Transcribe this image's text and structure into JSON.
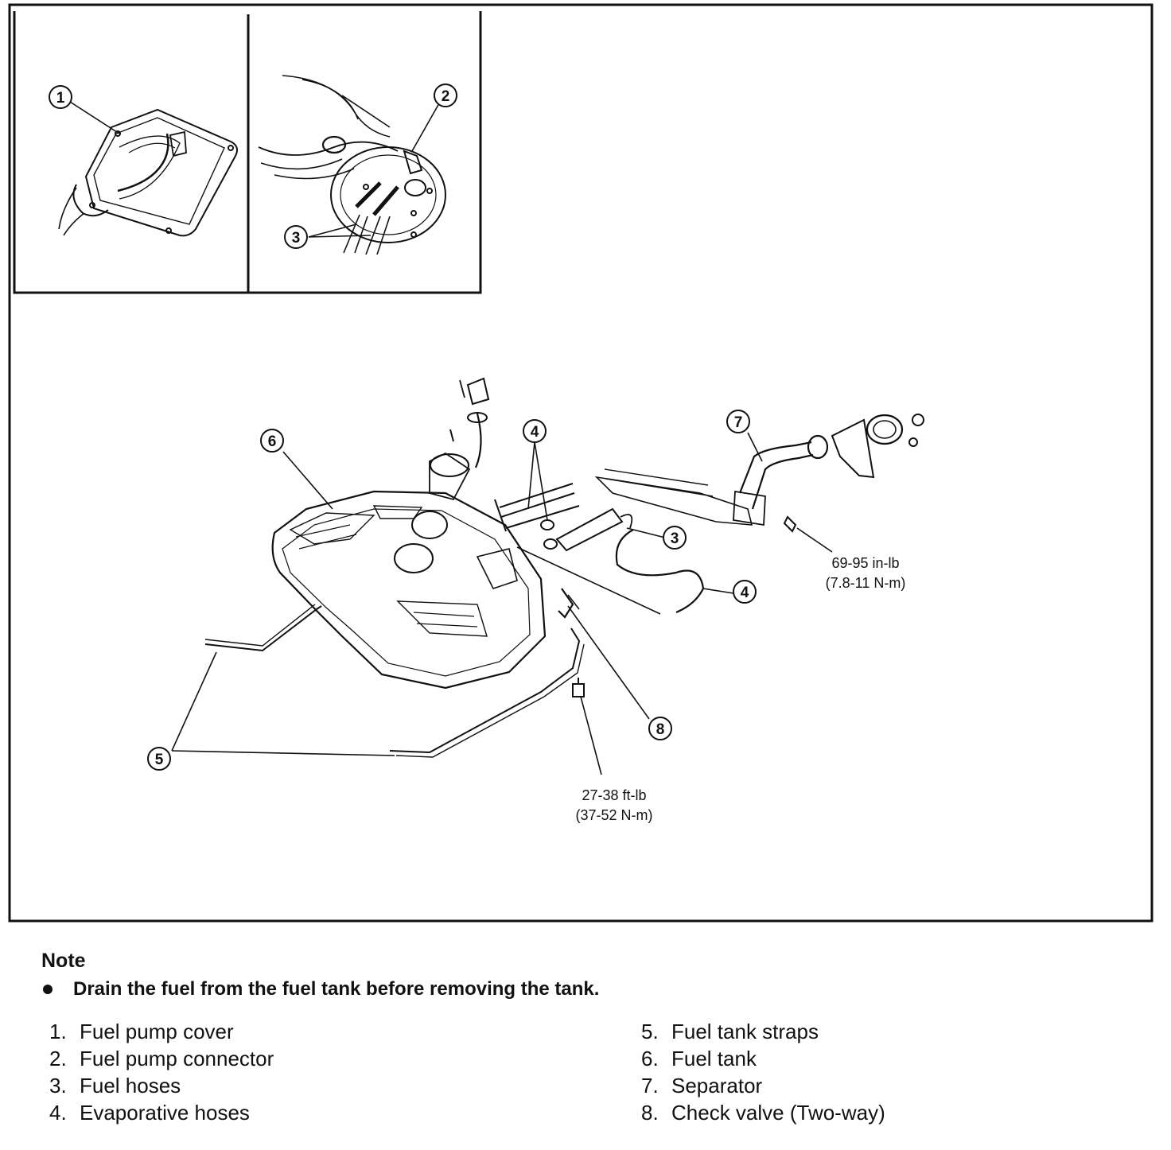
{
  "callouts": [
    "1",
    "2",
    "3",
    "4",
    "5",
    "6",
    "7",
    "8"
  ],
  "torque_specs": {
    "separator_bolt": {
      "line1": "69-95 in-lb",
      "line2": "(7.8-11 N-m)"
    },
    "strap_bolt": {
      "line1": "27-38 ft-lb",
      "line2": "(37-52 N-m)"
    }
  },
  "note": {
    "title": "Note",
    "bullet": "Drain the fuel from the fuel tank before removing the tank."
  },
  "legend": [
    {
      "num": "1.",
      "label": "Fuel pump cover"
    },
    {
      "num": "2.",
      "label": "Fuel pump connector"
    },
    {
      "num": "3.",
      "label": "Fuel hoses"
    },
    {
      "num": "4.",
      "label": "Evaporative hoses"
    },
    {
      "num": "5.",
      "label": "Fuel tank straps"
    },
    {
      "num": "6.",
      "label": "Fuel tank"
    },
    {
      "num": "7.",
      "label": "Separator"
    },
    {
      "num": "8.",
      "label": "Check valve (Two-way)"
    }
  ],
  "colors": {
    "ink": "#111111",
    "paper": "#ffffff"
  }
}
